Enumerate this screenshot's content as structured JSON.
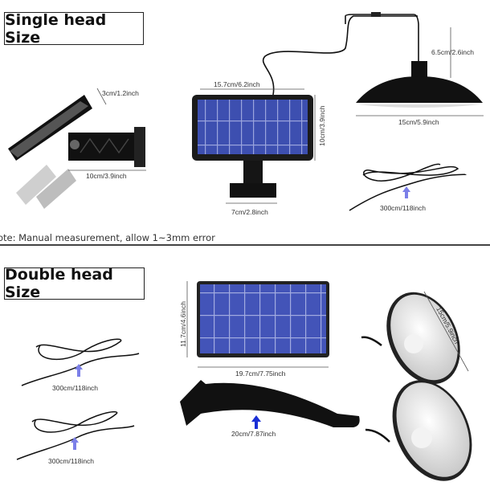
{
  "single": {
    "title": "Single head Size",
    "bracket_depth": "3cm/1.2inch",
    "bracket_length": "10cm/3.9inch",
    "panel_width": "15.7cm/6.2inch",
    "panel_height": "10cm/3.9inch",
    "stand_base": "7cm/2.8inch",
    "lamp_height": "6.5cm/2.6inch",
    "lamp_diameter": "15cm/5.9inch",
    "cable_length": "300cm/118inch"
  },
  "note": "ote: Manual measurement, allow 1~3mm error",
  "double": {
    "title": "Double head Size",
    "panel_height": "11.7cm/4.6inch",
    "panel_width": "19.7cm/7.75inch",
    "arm_length": "20cm/7.87inch",
    "lamp_diameter": "15cm/5.9inch",
    "cable_1_length": "300cm/118inch",
    "cable_2_length": "300cm/118inch"
  },
  "colors": {
    "panel": "#3b4aa8",
    "arrow": "#7b7fe8",
    "arrow_dark": "#1a2fd6",
    "product": "#111111"
  }
}
